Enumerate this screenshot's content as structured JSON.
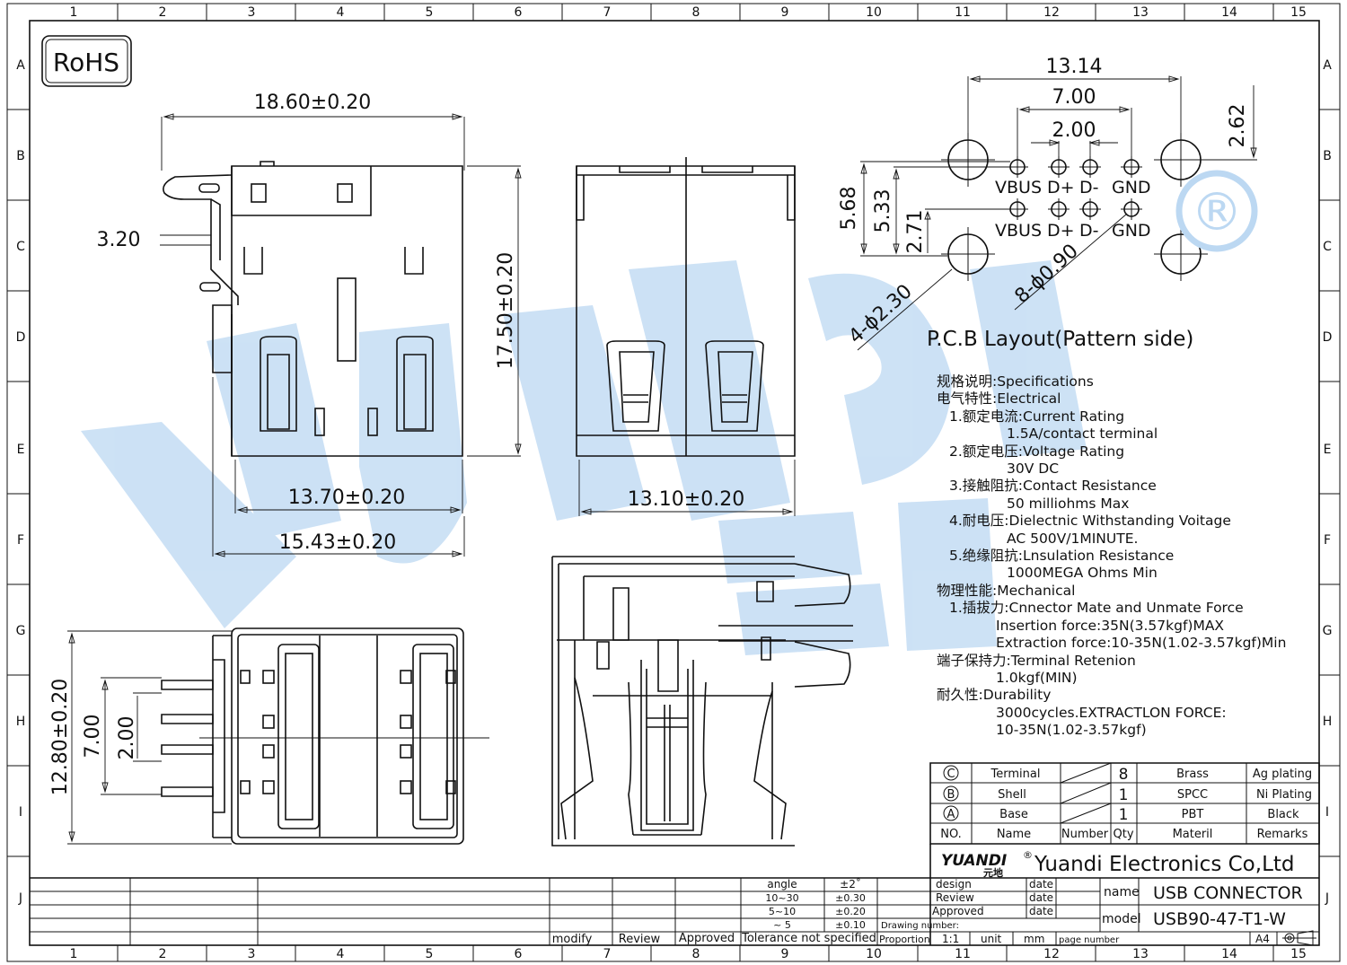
{
  "border": {
    "columns": [
      "1",
      "2",
      "3",
      "4",
      "5",
      "6",
      "7",
      "8",
      "9",
      "10",
      "11",
      "12",
      "13",
      "14",
      "15"
    ],
    "rows": [
      "A",
      "B",
      "C",
      "D",
      "E",
      "F",
      "G",
      "H",
      "I",
      "J"
    ]
  },
  "rohs": "RoHS",
  "brand_mark": "®",
  "dimensions": {
    "side_width": "18.60±0.20",
    "side_pin": "3.20",
    "side_height": "17.50±0.20",
    "side_bottom_inner": "13.70±0.20",
    "side_bottom_outer": "15.43±0.20",
    "front_width": "13.10±0.20",
    "bottom_height": "12.80±0.20",
    "bottom_pitch_outer": "7.00",
    "bottom_pitch_inner": "2.00"
  },
  "pcb": {
    "dim_1314": "13.14",
    "dim_700": "7.00",
    "dim_200": "2.00",
    "dim_262": "2.62",
    "dim_568": "5.68",
    "dim_533": "5.33",
    "dim_271": "2.71",
    "hole_big": "4-ϕ2.30",
    "hole_small": "8-ϕ0.90",
    "pins": [
      "VBUS",
      "D+",
      "D-",
      "GND"
    ],
    "title": "P.C.B  Layout(Pattern  side)"
  },
  "spec": {
    "l01": "规格说明:Specifications",
    "l02": "电气特性:Electrical",
    "l03": "1.额定电流:Current  Rating",
    "l04": "1.5A/contact  terminal",
    "l05": "2.额定电压:Voltage  Rating",
    "l06": "30V  DC",
    "l07": "3.接触阻抗:Contact  Resistance",
    "l08": "50  milliohms  Max",
    "l09": "4.耐电压:Dielectnic  Withstanding  Voitage",
    "l10": "AC  500V/1MINUTE.",
    "l11": "5.绝缘阻抗:Lnsulation  Resistance",
    "l12": "1000MEGA  Ohms  Min",
    "l13": "物理性能:Mechanical",
    "l14": "1.插拔力:Cnnector  Mate  and  Unmate  Force",
    "l15": "Insertion  force:35N(3.57kgf)MAX",
    "l16": "Extraction  force:10-35N(1.02-3.57kgf)Min",
    "l17": "端子保持力:Terminal  Retenion",
    "l18": "1.0kgf(MIN)",
    "l19": "耐久性:Durability",
    "l20": "3000cycles.EXTRACTLON  FORCE:",
    "l21": "10-35N(1.02-3.57kgf)"
  },
  "bom": {
    "rows": [
      {
        "no": "C",
        "name": "Terminal",
        "qty": "8",
        "material": "Brass",
        "remarks": "Ag  plating"
      },
      {
        "no": "B",
        "name": "Shell",
        "qty": "1",
        "material": "SPCC",
        "remarks": "Ni  Plating"
      },
      {
        "no": "A",
        "name": "Base",
        "qty": "1",
        "material": "PBT",
        "remarks": "Black"
      }
    ],
    "header": {
      "no": "NO.",
      "name": "Name",
      "number": "Number",
      "qty": "Qty",
      "material": "Materil",
      "remarks": "Remarks"
    }
  },
  "title_block": {
    "logo": "YUANDI",
    "logo_cn": "元地",
    "company": "Yuandi Electronics Co,Ltd",
    "design": "design",
    "review": "Review",
    "approved": "Approved",
    "date": "date",
    "name_label": "name",
    "name_value": "USB  CONNECTOR",
    "model_label": "model",
    "model_value": "USB90-47-T1-W",
    "drawing_number": "Drawing number:",
    "proportion": "Proportion",
    "scale": "1:1",
    "unit_label": "unit",
    "unit_value": "mm",
    "page_number": "page number",
    "paper": "A4"
  },
  "tolerance": {
    "angle": "angle",
    "angle_tol": "±2˚",
    "r1": "10~30",
    "t1": "±0.30",
    "r2": "5~10",
    "t2": "±0.20",
    "r3": "~ 5",
    "t3": "±0.10",
    "label": "Tolerance  not  specified"
  },
  "revision": {
    "modify": "modify",
    "review": "Review",
    "approved": "Approved"
  }
}
